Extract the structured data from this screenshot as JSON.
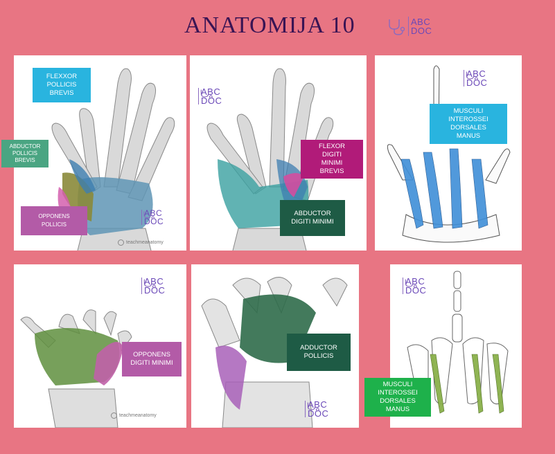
{
  "header": {
    "title": "ANATOMIJA 10",
    "logo_line1": "ABC",
    "logo_line2": "DOC"
  },
  "colors": {
    "background": "#e87583",
    "title": "#3a1454",
    "cyan_label": "#29b4df",
    "teal_label": "#4aa582",
    "purple_label": "#b35ba7",
    "magenta_label": "#b11b79",
    "darkgreen_label": "#1e5b45",
    "green_label": "#1eb14b"
  },
  "labels": {
    "flexor_pollicis_brevis": "FLEXXOR\nPOLLICIS\nBREVIS",
    "abductor_pollicis_brevis": "ABDUCTOR\nPOLLICIS\nBREVIS",
    "opponens_pollicis": "OPPONENS\nPOLLICIS",
    "flexor_digiti_minimi_brevis": "FLEXOR\nDIGITI\nMINIMI\nBREVIS",
    "abductor_digiti_minimi": "ABDUCTOR\nDIGITI MINIMI",
    "interossei_dorsales_top": "MUSCULI\nINTEROSSEI\nDORSALES\nMANUS",
    "opponens_digiti_minimi": "OPPONENS\nDIGITI MINIMI",
    "adductor_pollicis": "ADDUCTOR\nPOLLICIS",
    "interossei_dorsales_bottom": "MUSCULI\nINTEROSSEI\nDORSALES\nMANUS"
  },
  "credit": "teachmeanatomy"
}
